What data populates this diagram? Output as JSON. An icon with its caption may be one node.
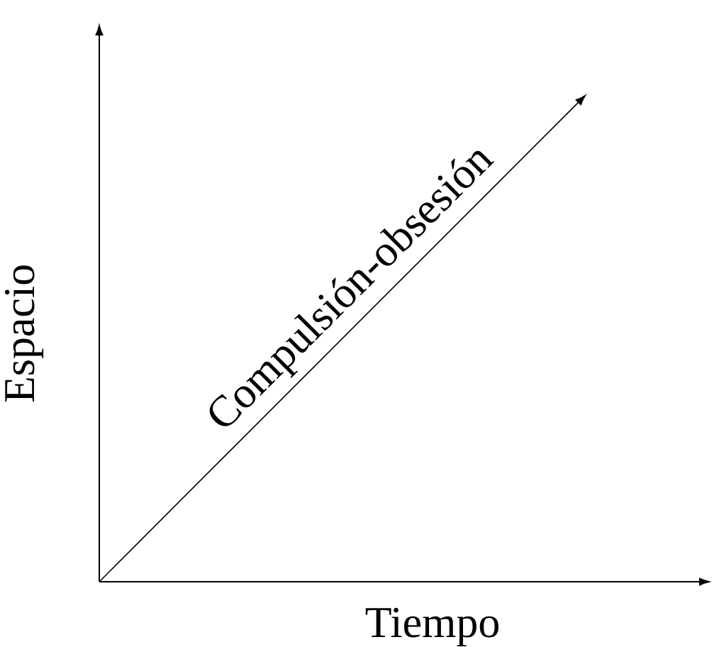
{
  "diagram": {
    "labels": [
      "Espacio",
      "Compulsión-obsesión",
      "Tiempo"
    ]
  }
}
